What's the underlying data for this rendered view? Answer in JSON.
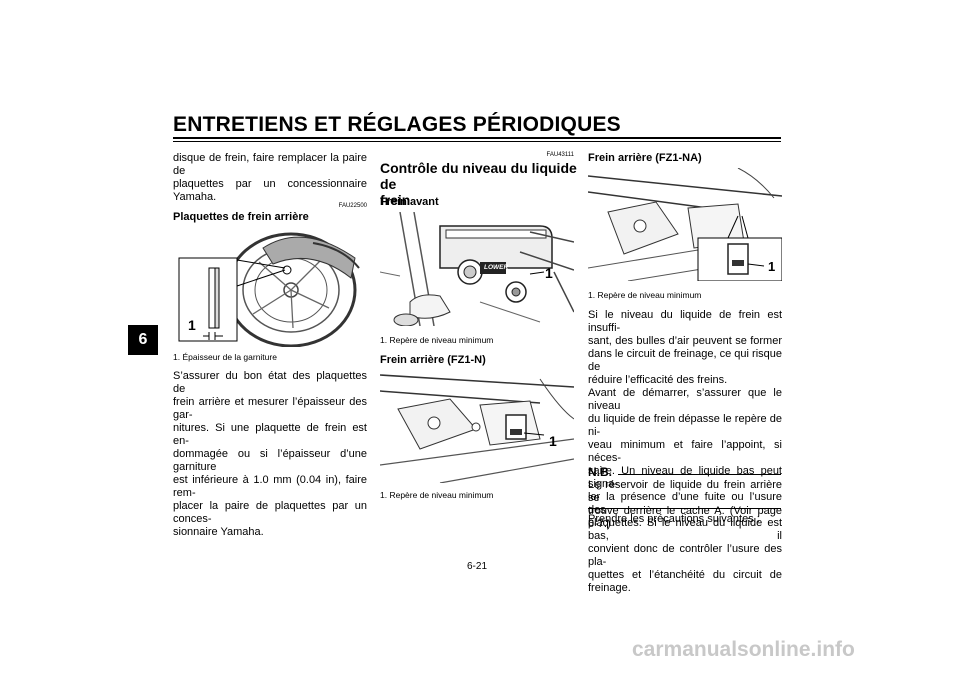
{
  "header": {
    "title": "ENTRETIENS ET RÉGLAGES PÉRIODIQUES",
    "chapter": "6"
  },
  "col1": {
    "intro_lines": [
      "disque de frein, faire remplacer la paire de",
      "plaquettes par un concessionnaire",
      "Yamaha."
    ],
    "code": "FAU22500",
    "subtitle": "Plaquettes de frein arrière",
    "fig_label": "1",
    "caption": "1. Épaisseur de la garniture",
    "body_lines": [
      "S’assurer du bon état des plaquettes de",
      "frein arrière et mesurer l’épaisseur des gar-",
      "nitures. Si une plaquette de frein est en-",
      "dommagée ou si l’épaisseur d’une garniture",
      "est inférieure à 1.0 mm (0.04 in), faire rem-",
      "placer la paire de plaquettes par un conces-",
      "sionnaire Yamaha."
    ]
  },
  "col2": {
    "code": "FAU43111",
    "title_lines": [
      "Contrôle du niveau du liquide de",
      "frein"
    ],
    "front_subtitle": "Frein avant",
    "front_fig_label": "1",
    "front_lower_text": "LOWER",
    "front_caption": "1. Repère de niveau minimum",
    "rear_subtitle": "Frein arrière (FZ1-N)",
    "rear_fig_label": "1",
    "rear_caption": "1. Repère de niveau minimum"
  },
  "col3": {
    "subtitle": "Frein arrière (FZ1-NA)",
    "fig_label": "1",
    "caption": "1. Repère de niveau minimum",
    "body_lines": [
      "Si le niveau du liquide de frein est insuffi-",
      "sant, des bulles d’air peuvent se former",
      "dans le circuit de freinage, ce qui risque de",
      "réduire l’efficacité des freins.",
      "Avant de démarrer, s’assurer que le niveau",
      "du liquide de frein dépasse le repère de ni-",
      "veau minimum et faire l’appoint, si néces-",
      "saire. Un niveau de liquide bas peut signa-",
      "ler la présence d’une fuite ou l’usure des",
      "plaquettes. Si le niveau du liquide est bas, il",
      "convient donc de contrôler l’usure des pla-",
      "quettes et l’étanchéité du circuit de freinage."
    ],
    "nb_label": "N.B.",
    "nb_lines": [
      "Le réservoir de liquide du frein arrière se",
      "trouve derrière le cache A. (Voir page 6-7.)"
    ],
    "after_nb": "Prendre les précautions suivantes :"
  },
  "page_number": "6-21",
  "watermark": "carmanualsonline.info"
}
